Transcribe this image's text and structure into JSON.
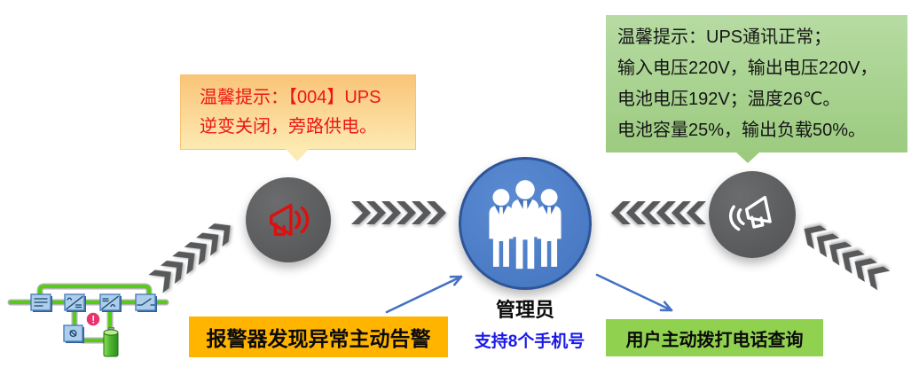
{
  "colors": {
    "alarm_box_top": "#f9c478",
    "alarm_box_bottom": "#fdeab2",
    "alarm_text": "#ee1515",
    "status_box_top": "#b7dba3",
    "status_box_bottom": "#9ccb80",
    "status_text": "#151515",
    "circle_gray": "#515254",
    "megaphone_red": "#dd1010",
    "admin_circle": "#4374bf",
    "admin_circle_border": "#2e5597",
    "admin_subtitle_blue": "#1a1ae8",
    "bar_alarm_bg": "#ffb400",
    "bar_query_bg": "#90d14f",
    "chevron": "#58595b",
    "arrow_blue": "#4472c4",
    "wire_green": "#52cf0e",
    "component_blue": "#aecdea",
    "alert_pink": "#e8336d"
  },
  "callout_alarm": {
    "lines": [
      "温馨提示：【004】UPS",
      "逆变关闭，旁路供电。"
    ]
  },
  "callout_status": {
    "lines": [
      "温馨提示：UPS通讯正常；",
      "输入电压220V，输出电压220V，",
      "电池电压192V；温度26℃。",
      "电池容量25%，输出负载50%。"
    ]
  },
  "admin": {
    "title": "管理员",
    "subtitle": "支持8个手机号"
  },
  "flow_labels": {
    "alarm": "报警器发现异常主动告警",
    "query": "用户主动拨打电话查询"
  },
  "diagram": {
    "alert_mark": "!"
  },
  "icons": {
    "alarm_circle": "megaphone-icon",
    "query_circle": "megaphone-icon",
    "admin_circle": "people-group-icon",
    "schematic": [
      "filter-icon",
      "rectifier-icon",
      "inverter-icon",
      "switch-icon",
      "fan-icon",
      "battery-icon",
      "alert-icon"
    ],
    "flow": "chevron-arrows-icon"
  }
}
